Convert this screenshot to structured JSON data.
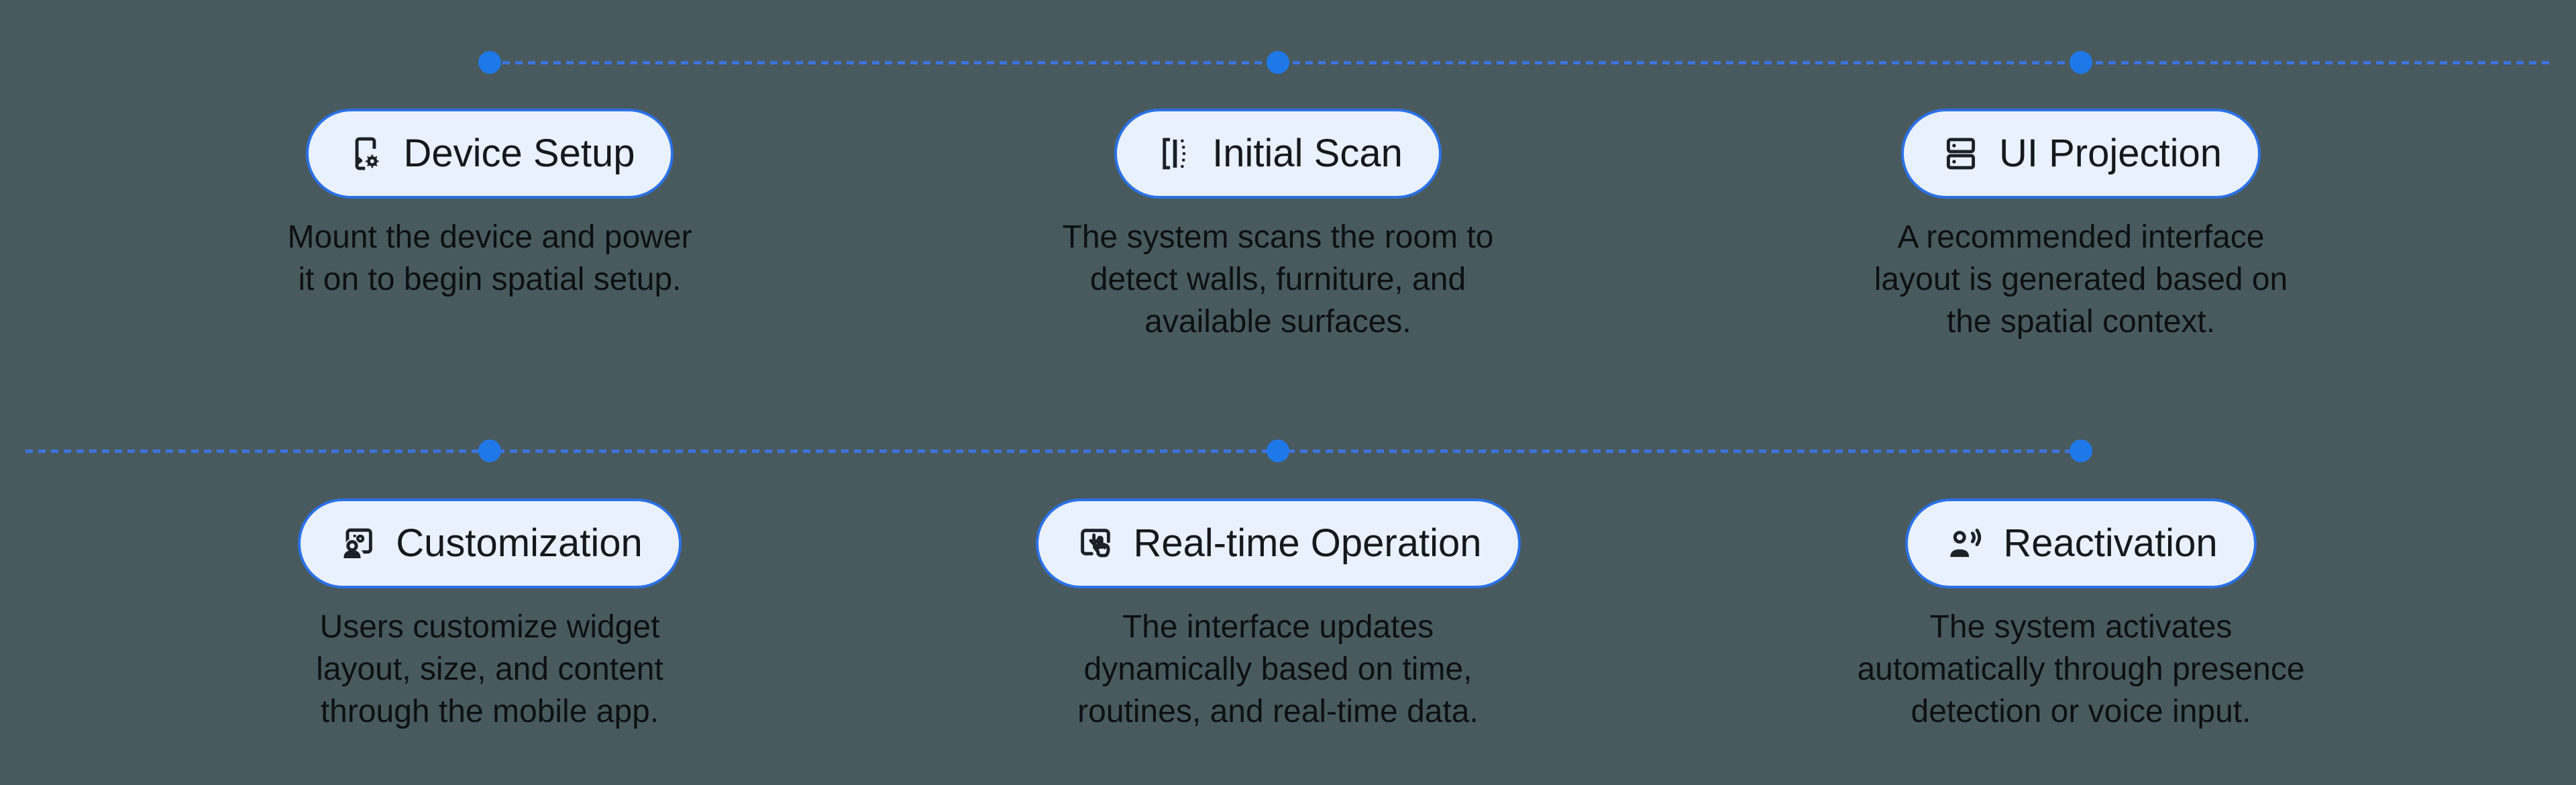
{
  "colors": {
    "background": "#495A5E",
    "dot": "#1E78E8",
    "dash": "#3E73DB",
    "pill_bg": "#E9F1FE",
    "pill_border": "#2B71E6",
    "title_color": "#15181C",
    "desc_color": "#0D1013",
    "icon_color": "#1C2127"
  },
  "timeline": {
    "rows": 2,
    "dots_per_row": 3
  },
  "steps": [
    {
      "title": "Device Setup",
      "icon": "device-setup-icon",
      "lines": [
        "Mount the device and power",
        "it on to begin spatial setup."
      ]
    },
    {
      "title": "Initial Scan",
      "icon": "scan-icon",
      "lines": [
        "The system scans the room to",
        "detect walls, furniture, and",
        "available surfaces."
      ]
    },
    {
      "title": "UI Projection",
      "icon": "ui-projection-icon",
      "lines": [
        "A recommended interface",
        "layout is generated based on",
        "the spatial context."
      ]
    },
    {
      "title": "Customization",
      "icon": "customization-icon",
      "lines": [
        "Users customize widget",
        "layout, size, and content",
        "through the mobile app."
      ]
    },
    {
      "title": "Real-time Operation",
      "icon": "realtime-operation-icon",
      "lines": [
        "The interface updates",
        "dynamically based on time,",
        "routines, and real-time data."
      ]
    },
    {
      "title": "Reactivation",
      "icon": "reactivation-icon",
      "lines": [
        "The system activates",
        "automatically through presence",
        "detection or voice input."
      ]
    }
  ]
}
